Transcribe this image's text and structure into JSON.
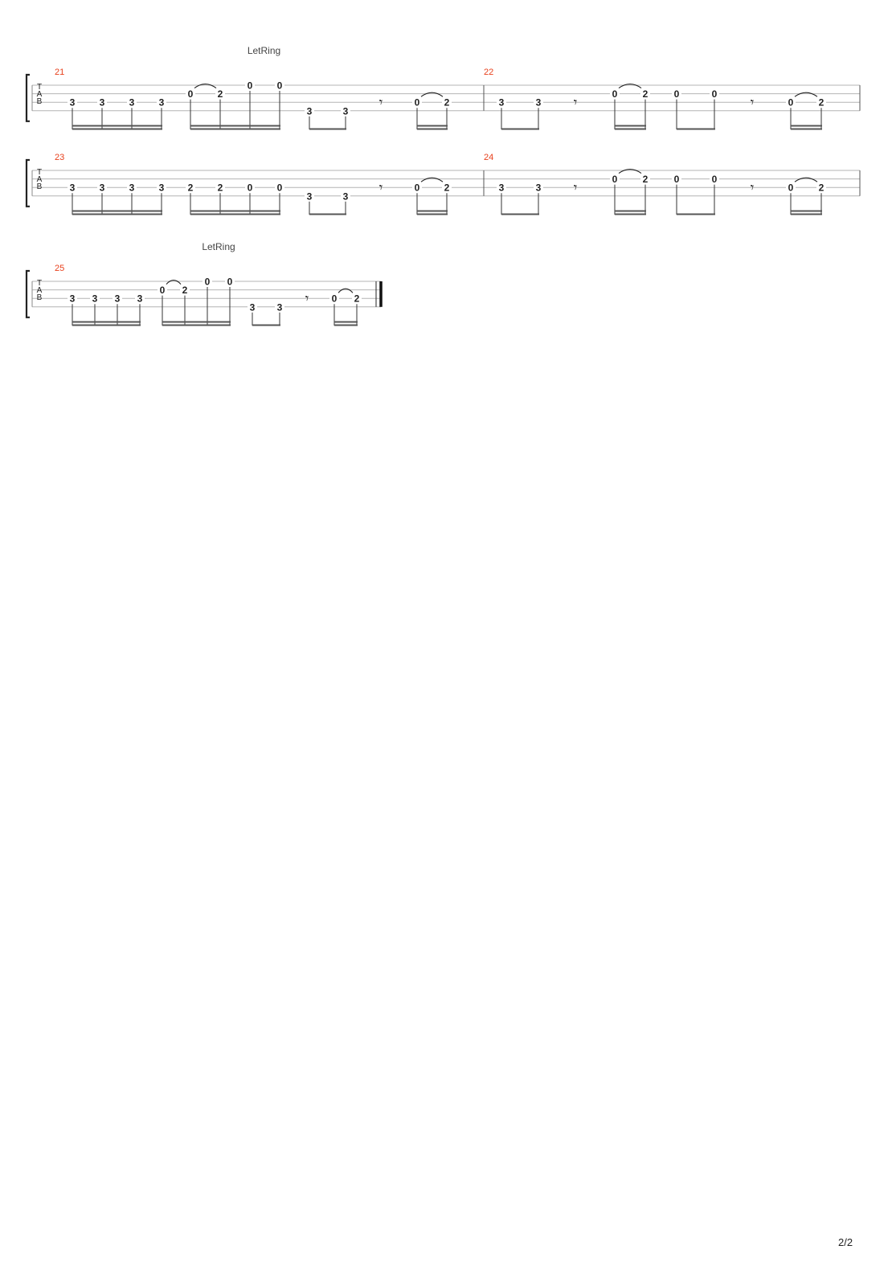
{
  "clef": [
    "T",
    "A",
    "B"
  ],
  "page_number": "2/2",
  "rest_glyph": "𝄾",
  "colors": {
    "measure_number": "#e8401c",
    "ink": "#222222",
    "staff_line": "#b4b4b4"
  },
  "measures": [
    {
      "number": "21",
      "letring": "LetRing",
      "groups": [
        {
          "beams": 2,
          "notes": [
            {
              "fret": "3",
              "string": 2
            },
            {
              "fret": "3",
              "string": 2
            },
            {
              "fret": "3",
              "string": 2
            },
            {
              "fret": "3",
              "string": 2
            }
          ]
        },
        {
          "beams": 2,
          "notes": [
            {
              "fret": "0",
              "string": 1
            },
            {
              "fret": "2",
              "string": 1,
              "tied": true
            },
            {
              "fret": "0",
              "string": 0
            },
            {
              "fret": "0",
              "string": 0
            }
          ]
        },
        {
          "beams": 1,
          "notes": [
            {
              "fret": "3",
              "string": 3
            },
            {
              "fret": "3",
              "string": 3
            }
          ]
        },
        {
          "rest": true
        },
        {
          "beams": 2,
          "notes": [
            {
              "fret": "0",
              "string": 2
            },
            {
              "fret": "2",
              "string": 2,
              "tied": true
            }
          ]
        }
      ]
    },
    {
      "number": "22",
      "groups": [
        {
          "beams": 1,
          "notes": [
            {
              "fret": "3",
              "string": 2
            },
            {
              "fret": "3",
              "string": 2
            }
          ]
        },
        {
          "rest": true
        },
        {
          "beams": 2,
          "notes": [
            {
              "fret": "0",
              "string": 1
            },
            {
              "fret": "2",
              "string": 1,
              "tied": true
            }
          ]
        },
        {
          "beams": 1,
          "notes": [
            {
              "fret": "0",
              "string": 1
            },
            {
              "fret": "0",
              "string": 1
            }
          ]
        },
        {
          "rest": true
        },
        {
          "beams": 2,
          "notes": [
            {
              "fret": "0",
              "string": 2
            },
            {
              "fret": "2",
              "string": 2,
              "tied": true
            }
          ]
        }
      ]
    },
    {
      "number": "23",
      "groups": [
        {
          "beams": 2,
          "notes": [
            {
              "fret": "3",
              "string": 2
            },
            {
              "fret": "3",
              "string": 2
            },
            {
              "fret": "3",
              "string": 2
            },
            {
              "fret": "3",
              "string": 2
            }
          ]
        },
        {
          "beams": 2,
          "notes": [
            {
              "fret": "2",
              "string": 2
            },
            {
              "fret": "2",
              "string": 2
            },
            {
              "fret": "0",
              "string": 2
            },
            {
              "fret": "0",
              "string": 2
            }
          ]
        },
        {
          "beams": 1,
          "notes": [
            {
              "fret": "3",
              "string": 3
            },
            {
              "fret": "3",
              "string": 3
            }
          ]
        },
        {
          "rest": true
        },
        {
          "beams": 2,
          "notes": [
            {
              "fret": "0",
              "string": 2
            },
            {
              "fret": "2",
              "string": 2,
              "tied": true
            }
          ]
        }
      ]
    },
    {
      "number": "24",
      "groups": [
        {
          "beams": 1,
          "notes": [
            {
              "fret": "3",
              "string": 2
            },
            {
              "fret": "3",
              "string": 2
            }
          ]
        },
        {
          "rest": true
        },
        {
          "beams": 2,
          "notes": [
            {
              "fret": "0",
              "string": 1
            },
            {
              "fret": "2",
              "string": 1,
              "tied": true
            }
          ]
        },
        {
          "beams": 1,
          "notes": [
            {
              "fret": "0",
              "string": 1
            },
            {
              "fret": "0",
              "string": 1
            }
          ]
        },
        {
          "rest": true
        },
        {
          "beams": 2,
          "notes": [
            {
              "fret": "0",
              "string": 2
            },
            {
              "fret": "2",
              "string": 2,
              "tied": true
            }
          ]
        }
      ]
    },
    {
      "number": "25",
      "letring": "LetRing",
      "groups": [
        {
          "beams": 2,
          "notes": [
            {
              "fret": "3",
              "string": 2
            },
            {
              "fret": "3",
              "string": 2
            },
            {
              "fret": "3",
              "string": 2
            },
            {
              "fret": "3",
              "string": 2
            }
          ]
        },
        {
          "beams": 2,
          "notes": [
            {
              "fret": "0",
              "string": 1
            },
            {
              "fret": "2",
              "string": 1,
              "tied": true
            },
            {
              "fret": "0",
              "string": 0
            },
            {
              "fret": "0",
              "string": 0
            }
          ]
        },
        {
          "beams": 1,
          "notes": [
            {
              "fret": "3",
              "string": 3
            },
            {
              "fret": "3",
              "string": 3
            }
          ]
        },
        {
          "rest": true
        },
        {
          "beams": 2,
          "notes": [
            {
              "fret": "0",
              "string": 2
            },
            {
              "fret": "2",
              "string": 2,
              "tied": true
            }
          ]
        }
      ]
    }
  ]
}
